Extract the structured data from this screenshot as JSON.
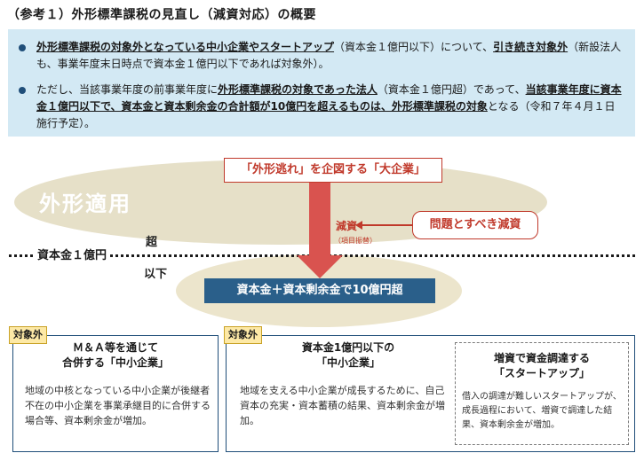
{
  "title": "（参考１）外形標準課税の見直し（減資対応）の概要",
  "summary": {
    "bullet1": [
      {
        "text": "外形標準課税の対象外となっている中小企業やスタートアップ",
        "ul": true
      },
      {
        "text": "（資本金１億円以下）について、",
        "ul": false
      },
      {
        "text": "引き続き対象外",
        "ul": true
      },
      {
        "text": "（新設法人も、事業年度末日時点で資本金１億円以下であれば対象外）。",
        "ul": false
      }
    ],
    "bullet2": [
      {
        "text": "ただし、当該事業年度の前事業年度に",
        "ul": false
      },
      {
        "text": "外形標準課税の対象であった法人",
        "ul": true
      },
      {
        "text": "（資本金１億円超）であって、",
        "ul": false
      },
      {
        "text": "当該事業年度に資本金１億円以下で、資本金と資本剰余金の合計額が10億円を超えるものは、外形標準課税の対象",
        "ul": true
      },
      {
        "text": "となる（令和７年４月１日施行予定）。",
        "ul": false
      }
    ]
  },
  "diagram": {
    "applied_label": "外形適用",
    "large_corp_label": "「外形逃れ」を企図する「大企業」",
    "reduction_label": "減資",
    "reduction_sub": "（項目振替）",
    "problem_label": "問題とすべき減資",
    "capital_line_label": "資本金１億円",
    "above_label": "超",
    "below_label": "以下",
    "threshold_label": "資本金＋資本剰余金で10億円超"
  },
  "cards": {
    "tag_excluded": "対象外",
    "card1": {
      "title": "Ｍ＆Ａ等を通じて\n合併する「中小企業」",
      "body": "地域の中核となっている中小企業が後継者不在の中小企業を事業承継目的に合併する場合等、資本剰余金が増加。"
    },
    "card2": {
      "title": "資本金1億円以下の\n「中小企業」",
      "body": "地域を支える中小企業が成長するために、自己資本の充実・資本蓄積の結果、資本剰余金が増加。"
    },
    "card3": {
      "title": "増資で資金調達する\n「スタートアップ」",
      "body": "借入の調達が難しいスタートアップが、成長過程において、増資で調達した結果、資本剰余金が増加。"
    }
  },
  "colors": {
    "accent_red": "#c0392b",
    "navy": "#2a5f8a",
    "summary_bg": "#d3e9f4",
    "tag_bg": "#fde9a6"
  }
}
